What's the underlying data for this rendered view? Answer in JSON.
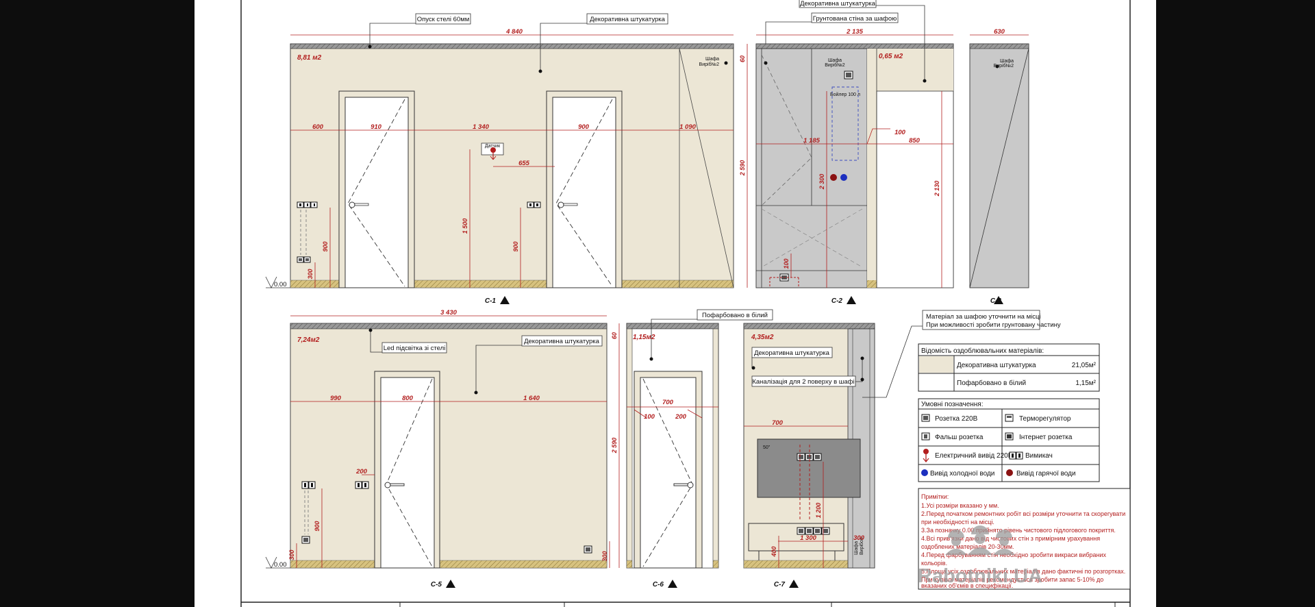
{
  "elevations": [
    {
      "id": "C-1",
      "area": "8,81 м2"
    },
    {
      "id": "C-2",
      "area": "0,65 м2"
    },
    {
      "id": "C-3",
      "area": ""
    },
    {
      "id": "C-5",
      "area": "7,24м2"
    },
    {
      "id": "C-6",
      "area": "1,15м2"
    },
    {
      "id": "C-7",
      "area": "4,35м2"
    }
  ],
  "labels": {
    "ceiling_drop": "Опуск стелі 60мм",
    "deco_plaster": "Декоративна штукатурка",
    "deco_plaster_top": "Декоративна штукатурка",
    "primed_wall": "Грунтована стіна за шафою",
    "led": "Led підсвітка зі стелі",
    "deco_plaster_c5": "Декоративна штукатурка",
    "painted_white": "Пофарбовано в білий",
    "deco_plaster_c7": "Декоративна штукатурка",
    "sewer": "Каналізація для 2 поверху в шафі",
    "material_note_1": "Матеріал за шафою уточнити на місці",
    "material_note_2": "При можливості зробити грунтовану частину",
    "boiler": "Бойлер 100 л",
    "duct": "Датчик",
    "wardrobe_1": "Шафа",
    "wardrobe_2": "Виріб№2",
    "wardrobe_3": "Шафа",
    "wardrobe_4": "Виріб№2",
    "wardrobe_5": "Шафа",
    "wardrobe_6": "Виріб№2",
    "wardrobe_7": "Шафа",
    "wardrobe_8": "Вирібов",
    "tv_size": "50\""
  },
  "dimensions": {
    "c1_width": "4 840",
    "c1_600": "600",
    "c1_910": "910",
    "c1_1340": "1 340",
    "c1_900": "900",
    "c1_1090": "1 090",
    "c1_655": "655",
    "c1_1500": "1 500",
    "c1_900a": "900",
    "c1_900b": "900",
    "c1_300": "300",
    "c1_60": "60",
    "c1_2590": "2 590",
    "c2_width": "2 135",
    "c2_1185": "1 185",
    "c2_850": "850",
    "c2_100": "100",
    "c2_2300": "2 300",
    "c2_2130": "2 130",
    "c2_100b": "100",
    "c3_width": "630",
    "c5_width": "3 430",
    "c5_990": "990",
    "c5_800": "800",
    "c5_1640": "1 640",
    "c5_200": "200",
    "c5_900": "900",
    "c5_300": "300",
    "c6_60": "60",
    "c6_2590": "2 590",
    "c6_700": "700",
    "c6_100": "100",
    "c6_200": "200",
    "c6_300": "300",
    "c7_700": "700",
    "c7_1200": "1 200",
    "c7_1300": "1 300",
    "c7_400": "400",
    "c7_300": "300",
    "zero": "0.00",
    "zero_b": "0.00"
  },
  "materials_table": {
    "title": "Відомість оздоблювальних матеріалів:",
    "rows": [
      {
        "name": "Декоративна штукатурка",
        "value": "21,05м²"
      },
      {
        "name": "Пофарбовано в білий",
        "value": "1,15м²"
      }
    ]
  },
  "legend": {
    "title": "Умовні позначення:",
    "items": [
      {
        "label": "Розетка 220В"
      },
      {
        "label": "Терморегулятор"
      },
      {
        "label": "Фальш розетка"
      },
      {
        "label": "Інтернет розетка"
      },
      {
        "label": "Електричний вивід 220В"
      },
      {
        "label": "Вимикач"
      },
      {
        "label": "Вивід холодної води"
      },
      {
        "label": "Вивід гарячої води"
      }
    ]
  },
  "notes": {
    "title": "Примітки:",
    "lines": [
      "1.Усі розміри вказано у мм.",
      "2.Перед початком ремонтних робіт всі розміри уточнити та скорегувати",
      "при необхідності на місці.",
      "3.За позначку 0.00 прийнято рівень чистового підлогового покриття.",
      "4.Всі прив'язки дано від чистових стін з примірним урахування",
      "оздоблених матеріалів 20-30мм.",
      "4.Перед фарбуванням стін необхідно зробити викраси вибраних",
      "кольорів.",
      "5.Площа усіх оздоблювальних матеріалів дано фактичні по розгортках.",
      "При купівлі матеріалів рекомендується зробити запас 5-10% до",
      "вказаних об'ємів в специфікації."
    ]
  },
  "watermark": "Rabotniki.UA",
  "colors": {
    "plaster": "#ece6d5",
    "gray": "#c9c9c9",
    "dim": "#b21d1d",
    "hatch": "#c8b06a",
    "cold": "#1c2fbf",
    "hot": "#8b1212"
  }
}
